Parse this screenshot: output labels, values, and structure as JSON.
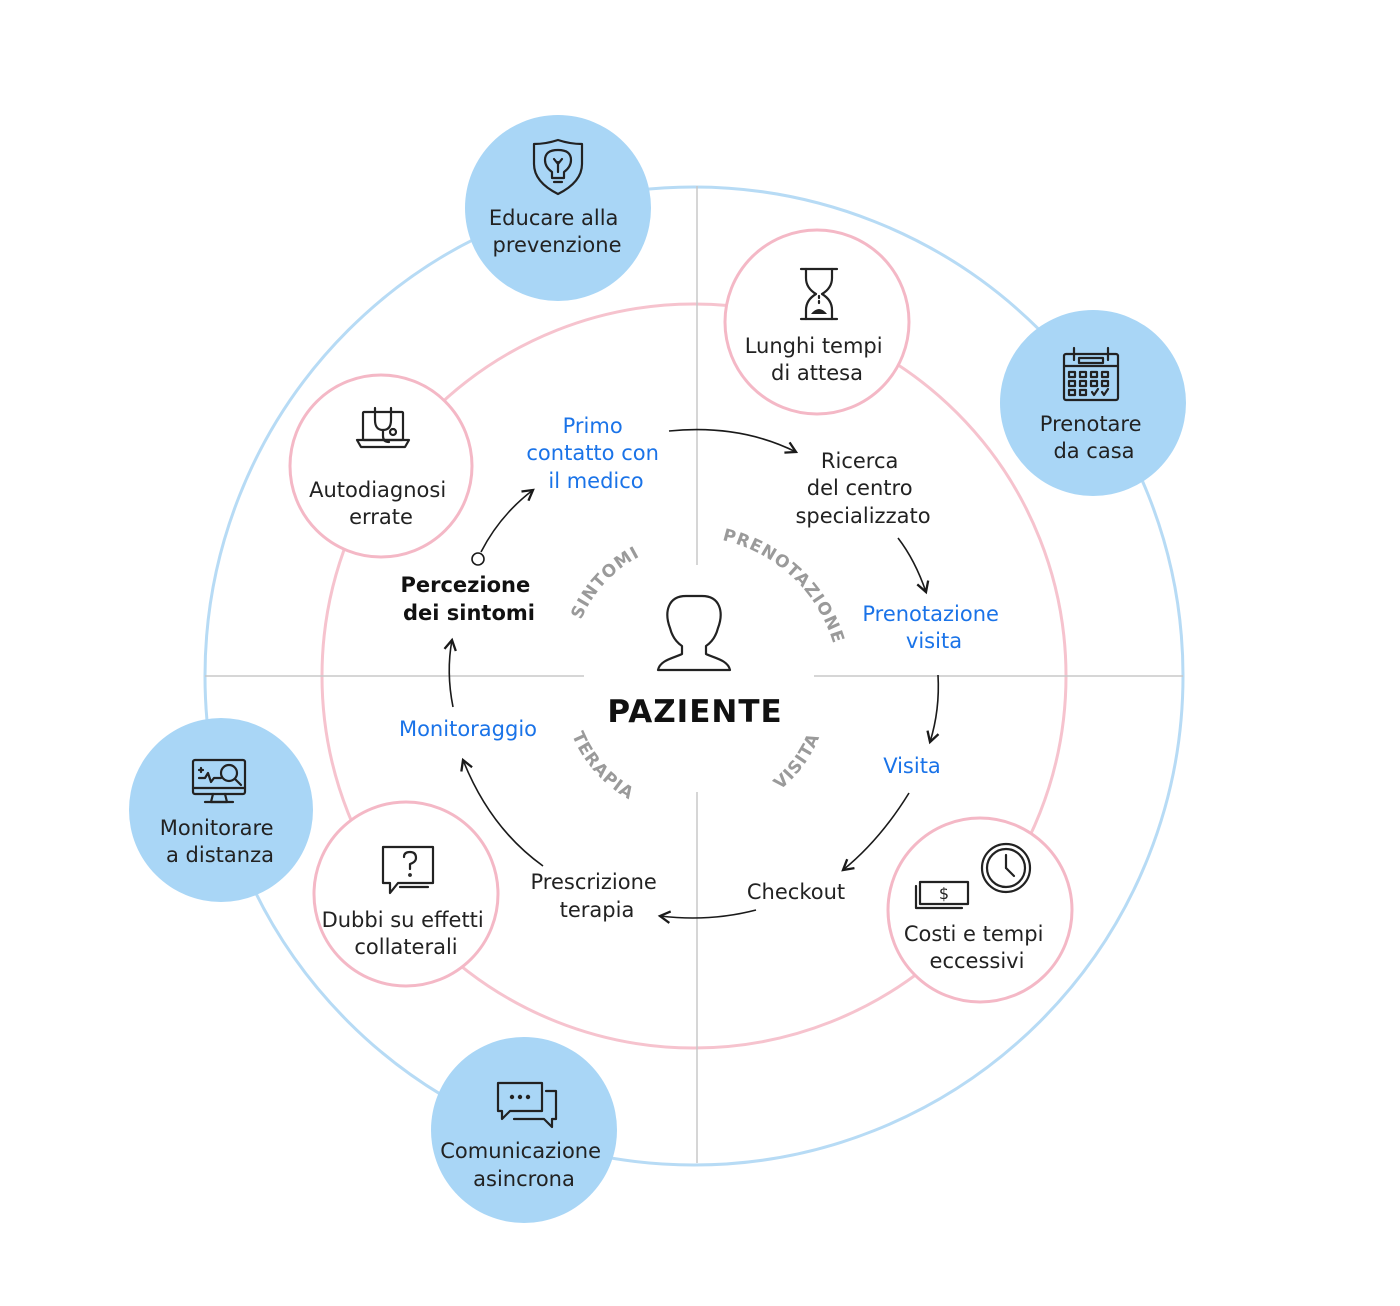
{
  "center": {
    "label": "PAZIENTE",
    "icon": "user-icon"
  },
  "phases": {
    "sintomi": "SINTOMI",
    "prenotazione": "PRENOTAZIONE",
    "visita": "VISITA",
    "terapia": "TERAPIA"
  },
  "journey_steps": {
    "primo_contatto": [
      "Primo",
      "contatto con",
      "il medico"
    ],
    "ricerca_centro": [
      "Ricerca",
      "del centro",
      "specializzato"
    ],
    "prenotazione_visita": [
      "Prenotazione",
      "visita"
    ],
    "visita": [
      "Visita"
    ],
    "checkout": [
      "Checkout"
    ],
    "prescrizione_terapia": [
      "Prescrizione",
      "terapia"
    ],
    "monitoraggio": [
      "Monitoraggio"
    ],
    "percezione_sintomi": [
      "Percezione",
      "dei sintomi"
    ]
  },
  "pain_points": {
    "autodiagnosi": {
      "lines": [
        "Autodiagnosi",
        "errate"
      ],
      "icon": "laptop-stethoscope-icon"
    },
    "tempi_attesa": {
      "lines": [
        "Lunghi tempi",
        "di attesa"
      ],
      "icon": "hourglass-icon"
    },
    "costi_tempi": {
      "lines": [
        "Costi e tempi",
        "eccessivi"
      ],
      "icon": "money-clock-icon"
    },
    "effetti_collaterali": {
      "lines": [
        "Dubbi su effetti",
        "collaterali"
      ],
      "icon": "question-chat-icon"
    }
  },
  "opportunities": {
    "prevenzione": {
      "lines": [
        "Educare alla",
        "prevenzione"
      ],
      "icon": "shield-bulb-icon"
    },
    "prenotare_casa": {
      "lines": [
        "Prenotare",
        "da casa"
      ],
      "icon": "calendar-icon"
    },
    "monitorare_distanza": {
      "lines": [
        "Monitorare",
        "a distanza"
      ],
      "icon": "monitor-search-icon"
    },
    "comunicazione": {
      "lines": [
        "Comunicazione",
        "asincrona"
      ],
      "icon": "chat-bubbles-icon"
    }
  },
  "colors": {
    "outer_ring": "#b7dbf5",
    "inner_ring": "#f6c3ce",
    "opportunity_fill": "#a9d6f6",
    "pain_point_stroke": "#f4b8c6",
    "step_highlight": "#1a73e8",
    "divider": "#c8c8c8",
    "phase_label": "#9a9a9a"
  }
}
